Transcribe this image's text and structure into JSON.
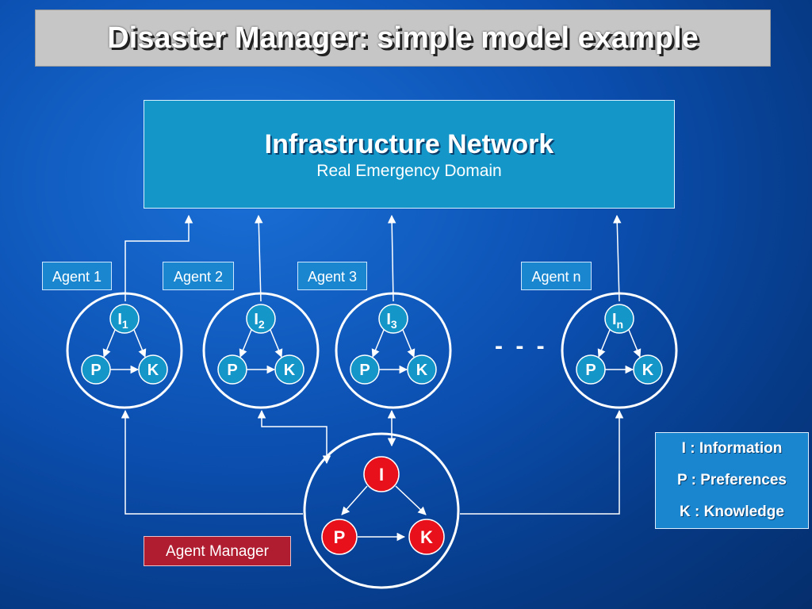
{
  "title": "Disaster Manager: simple model example",
  "infrastructure": {
    "title": "Infrastructure Network",
    "subtitle": "Real Emergency Domain"
  },
  "agents": [
    {
      "label": "Agent 1",
      "i_sub": "1"
    },
    {
      "label": "Agent 2",
      "i_sub": "2"
    },
    {
      "label": "Agent 3",
      "i_sub": "3"
    },
    {
      "label": "Agent n",
      "i_sub": "n"
    }
  ],
  "node_letters": {
    "i": "I",
    "p": "P",
    "k": "K"
  },
  "ellipsis": "- - -",
  "manager": {
    "label": "Agent Manager"
  },
  "legend": [
    "I : Information",
    "P : Preferences",
    "K : Knowledge"
  ],
  "colors": {
    "agent_node": "#1496c8",
    "manager_node": "#e8101a",
    "line": "#ffffff"
  }
}
